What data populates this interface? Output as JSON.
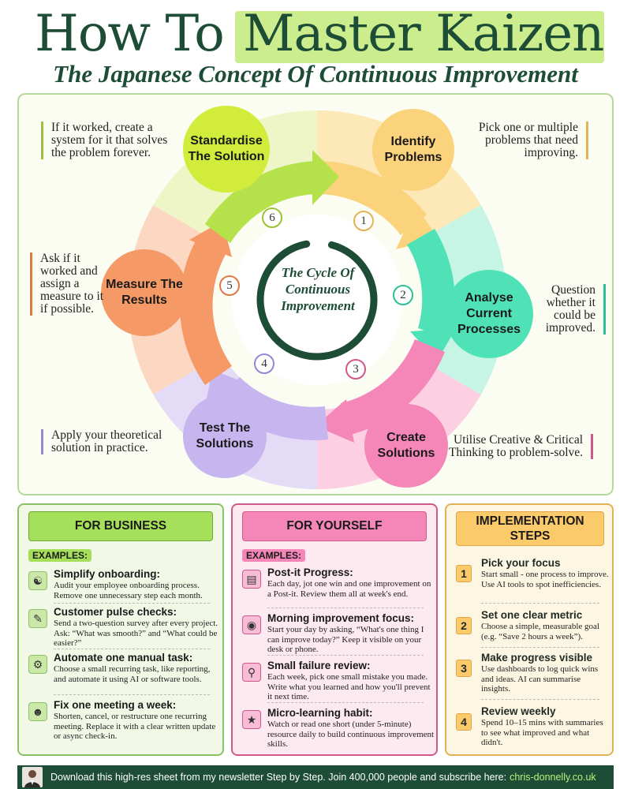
{
  "header": {
    "title_plain": "How To",
    "title_highlight": "Master Kaizen",
    "subtitle": "The Japanese Concept Of Continuous Improvement"
  },
  "cycle": {
    "center_text": "The Cycle Of Continuous Improvement",
    "steps": [
      {
        "number": "1",
        "label": "Identify Problems",
        "note": "Pick one or multiple problems that need improving.",
        "color": "#fbd37c"
      },
      {
        "number": "2",
        "label": "Analyse Current Processes",
        "note": "Question whether it could be improved.",
        "color": "#4fe2b6"
      },
      {
        "number": "3",
        "label": "Create Solutions",
        "note": "Utilise Creative & Critical Thinking to problem-solve.",
        "color": "#f586b8"
      },
      {
        "number": "4",
        "label": "Test The Solutions",
        "note": "Apply your theoretical solution in practice.",
        "color": "#c6b5ee"
      },
      {
        "number": "5",
        "label": "Measure The Results",
        "note": "Ask if it worked and assign a measure to it if possible.",
        "color": "#f59a66"
      },
      {
        "number": "6",
        "label": "Standardise The Solution",
        "note": "If it worked, create a system for it that solves the problem forever.",
        "color": "#d2ec3c"
      }
    ]
  },
  "business": {
    "heading": "FOR BUSINESS",
    "examples_label": "EXAMPLES:",
    "items": [
      {
        "title": "Simplify onboarding:",
        "text": "Audit your employee onboarding process. Remove one unnecessary step each month.",
        "icon": "handshake-icon"
      },
      {
        "title": "Customer pulse checks:",
        "text": "Send a two-question survey after every project. Ask: “What was smooth?” and “What could be easier?”",
        "icon": "feedback-icon"
      },
      {
        "title": "Automate one manual task:",
        "text": "Choose a small recurring task, like reporting, and automate it using AI or software tools.",
        "icon": "automation-gear-icon"
      },
      {
        "title": "Fix one meeting a week:",
        "text": "Shorten, cancel, or restructure one recurring meeting. Replace it with a clear written update or async check-in.",
        "icon": "meeting-icon"
      }
    ]
  },
  "yourself": {
    "heading": "FOR YOURSELF",
    "examples_label": "EXAMPLES:",
    "items": [
      {
        "title": "Post-it Progress:",
        "text": "Each day, jot one win and one improvement on a Post-it. Review them all at week's end.",
        "icon": "sticky-note-icon"
      },
      {
        "title": "Morning improvement focus:",
        "text": "Start your day by asking, “What's one thing I can improve today?” Keep it visible on your desk or phone.",
        "icon": "focus-person-icon"
      },
      {
        "title": "Small failure review:",
        "text": "Each week, pick one small mistake you made. Write what you learned and how you'll prevent it next time.",
        "icon": "document-search-icon"
      },
      {
        "title": "Micro-learning habit:",
        "text": "Watch or read one short (under 5-minute) resource daily to build continuous improvement skills.",
        "icon": "learning-icon"
      }
    ]
  },
  "implementation": {
    "heading": "IMPLEMENTATION STEPS",
    "steps": [
      {
        "number": "1",
        "title": "Pick your focus",
        "text": "Start small - one process to improve. Use AI tools to spot inefficiencies."
      },
      {
        "number": "2",
        "title": "Set one clear metric",
        "text": "Choose a simple, measurable goal (e.g. “Save 2 hours a week”)."
      },
      {
        "number": "3",
        "title": "Make progress visible",
        "text": "Use dashboards to log quick wins and ideas. AI can summarise insights."
      },
      {
        "number": "4",
        "title": "Review weekly",
        "text": "Spend 10–15 mins with summaries to see what improved and what didn't."
      }
    ]
  },
  "footer": {
    "text": "Download this high-res sheet from my newsletter Step by Step. Join 400,000 people and subscribe here:",
    "link": "chris-donnelly.co.uk"
  }
}
